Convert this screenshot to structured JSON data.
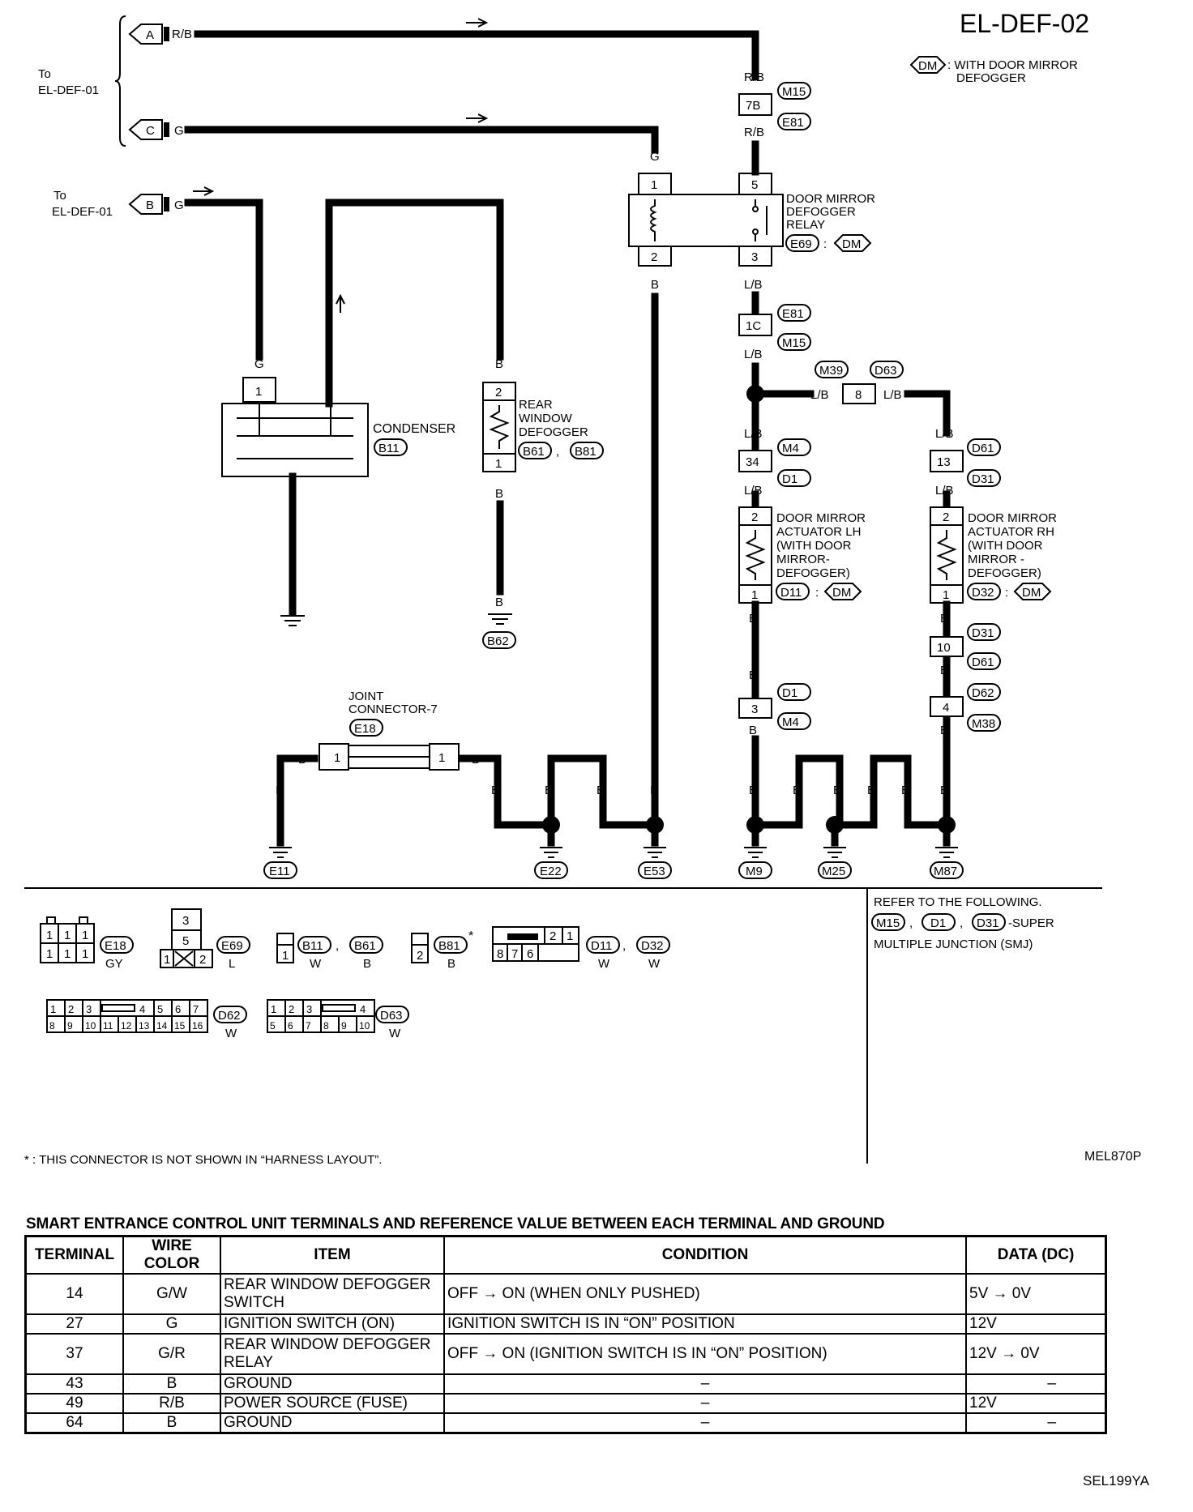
{
  "page": {
    "title": "EL-DEF-02",
    "legend_symbol": "DM",
    "legend_text_1": ": WITH DOOR MIRROR",
    "legend_text_2": "DEFOGGER",
    "code_1": "MEL870P",
    "code_2": "SEL199YA",
    "footnote": "* : THIS CONNECTOR IS NOT SHOWN IN “HARNESS LAYOUT”.",
    "refer_title": "REFER TO THE FOLLOWING.",
    "refer_refs": [
      "M15",
      "D1",
      "D31"
    ],
    "refer_suffix": "-SUPER",
    "refer_line2": "MULTIPLE JUNCTION (SMJ)"
  },
  "diagram": {
    "to_label": "To",
    "to_target": "EL-DEF-01",
    "markers": [
      "A",
      "B",
      "C"
    ],
    "wire_colors": {
      "rb": "R/B",
      "g": "G",
      "b": "B",
      "lb": "L/B"
    },
    "components": {
      "condenser": {
        "name": "CONDENSER",
        "ref": "B11",
        "pin": "1"
      },
      "rear_defogger": {
        "name_1": "REAR",
        "name_2": "WINDOW",
        "name_3": "DEFOGGER",
        "refs": [
          "B61",
          "B81"
        ],
        "pins": [
          "2",
          "1"
        ]
      },
      "relay": {
        "name_1": "DOOR MIRROR",
        "name_2": "DEFOGGER",
        "name_3": "RELAY",
        "ref": "E69",
        "pins": [
          "1",
          "2",
          "5",
          "3"
        ]
      },
      "mirror_lh": {
        "name_1": "DOOR MIRROR",
        "name_2": "ACTUATOR LH",
        "name_3": "(WITH DOOR",
        "name_4": "MIRROR-",
        "name_5": "DEFOGGER)",
        "ref": "D11",
        "pins": [
          "2",
          "1"
        ]
      },
      "mirror_rh": {
        "name_1": "DOOR MIRROR",
        "name_2": "ACTUATOR RH",
        "name_3": "(WITH DOOR",
        "name_4": "MIRROR -",
        "name_5": "DEFOGGER)",
        "ref": "D32",
        "pins": [
          "2",
          "1"
        ]
      },
      "joint": {
        "name_1": "JOINT",
        "name_2": "CONNECTOR-7",
        "ref": "E18",
        "pins": [
          "1",
          "1"
        ]
      }
    },
    "connectors": {
      "m15_e81_top": {
        "refs": [
          "M15",
          "E81"
        ],
        "pin": "7B"
      },
      "e81_m15_mid": {
        "refs": [
          "E81",
          "M15"
        ],
        "pin": "1C"
      },
      "m39_d63": {
        "refs": [
          "M39",
          "D63"
        ],
        "pin": "8"
      },
      "m4_d1_a": {
        "refs": [
          "M4",
          "D1"
        ],
        "pin": "34"
      },
      "d61_d31_a": {
        "refs": [
          "D61",
          "D31"
        ],
        "pin": "13"
      },
      "d31_d61_b": {
        "refs": [
          "D31",
          "D61"
        ],
        "pin": "10"
      },
      "d1_m4_b": {
        "refs": [
          "D1",
          "M4"
        ],
        "pin": "3"
      },
      "d62_m38": {
        "refs": [
          "D62",
          "M38"
        ],
        "pin": "4"
      }
    },
    "grounds": [
      "E11",
      "E22",
      "E53",
      "M9",
      "M25",
      "M87",
      "B62"
    ]
  },
  "connector_views": {
    "e18": {
      "ref": "E18",
      "color": "GY",
      "pins": [
        "1",
        "1",
        "1",
        "1",
        "1",
        "1"
      ]
    },
    "e69": {
      "ref": "E69",
      "color": "L",
      "pins": [
        "3",
        "5",
        "1",
        "2"
      ]
    },
    "b11_b61": {
      "refs": [
        "B11",
        "B61"
      ],
      "colors": [
        "W",
        "B"
      ],
      "pin": "1"
    },
    "b81": {
      "ref": "B81",
      "color": "B",
      "pin": "2",
      "star": "*"
    },
    "d11_d32": {
      "refs": [
        "D11",
        "D32"
      ],
      "colors": [
        "W",
        "W"
      ],
      "pins_top": [
        "2",
        "1"
      ],
      "pins_bottom": [
        "8",
        "7",
        "6"
      ]
    },
    "d62": {
      "ref": "D62",
      "color": "W",
      "top": [
        "1",
        "2",
        "3",
        "4",
        "5",
        "6",
        "7"
      ],
      "bottom": [
        "8",
        "9",
        "10",
        "11",
        "12",
        "13",
        "14",
        "15",
        "16"
      ]
    },
    "d63": {
      "ref": "D63",
      "color": "W",
      "top": [
        "1",
        "2",
        "3",
        "4"
      ],
      "bottom": [
        "5",
        "6",
        "7",
        "8",
        "9",
        "10"
      ]
    }
  },
  "table": {
    "title": "SMART ENTRANCE CONTROL UNIT TERMINALS AND REFERENCE VALUE BETWEEN EACH TERMINAL AND GROUND",
    "headers": [
      "TERMINAL",
      "WIRE COLOR",
      "ITEM",
      "CONDITION",
      "DATA (DC)"
    ],
    "rows": [
      {
        "terminal": "14",
        "wire": "G/W",
        "item": "REAR WINDOW DEFOGGER SWITCH",
        "condition": "OFF → ON (WHEN ONLY PUSHED)",
        "data": "5V → 0V"
      },
      {
        "terminal": "27",
        "wire": "G",
        "item": "IGNITION SWITCH (ON)",
        "condition": "IGNITION SWITCH IS IN “ON” POSITION",
        "data": "12V"
      },
      {
        "terminal": "37",
        "wire": "G/R",
        "item": "REAR WINDOW DEFOGGER RELAY",
        "condition": "OFF → ON (IGNITION SWITCH IS IN “ON” POSITION)",
        "data": "12V → 0V"
      },
      {
        "terminal": "43",
        "wire": "B",
        "item": "GROUND",
        "condition": "–",
        "data": "–"
      },
      {
        "terminal": "49",
        "wire": "R/B",
        "item": "POWER SOURCE (FUSE)",
        "condition": "–",
        "data": "12V"
      },
      {
        "terminal": "64",
        "wire": "B",
        "item": "GROUND",
        "condition": "–",
        "data": "–"
      }
    ]
  }
}
